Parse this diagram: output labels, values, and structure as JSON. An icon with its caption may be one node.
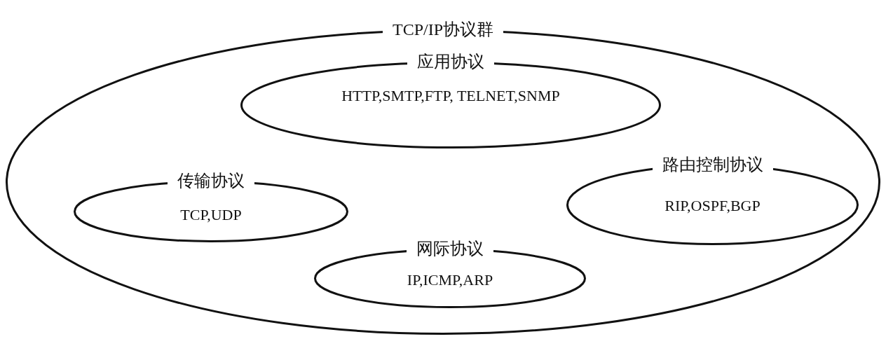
{
  "diagram": {
    "nodes": [
      {
        "text": [
          "TCP/IP协议群"
        ]
      },
      {
        "text": [
          "应用协议",
          "HTTP,SMTP,FTP, TELNET,SNMP"
        ],
        "in": 0
      },
      {
        "text": [
          "传输协议",
          "TCP,UDP"
        ],
        "in": 0
      },
      {
        "text": [
          "路由控制协议",
          "RIP,OSPF,BGP"
        ],
        "in": 0
      },
      {
        "text": [
          "网际协议",
          "IP,ICMP,ARP"
        ],
        "in": 0
      }
    ]
  }
}
